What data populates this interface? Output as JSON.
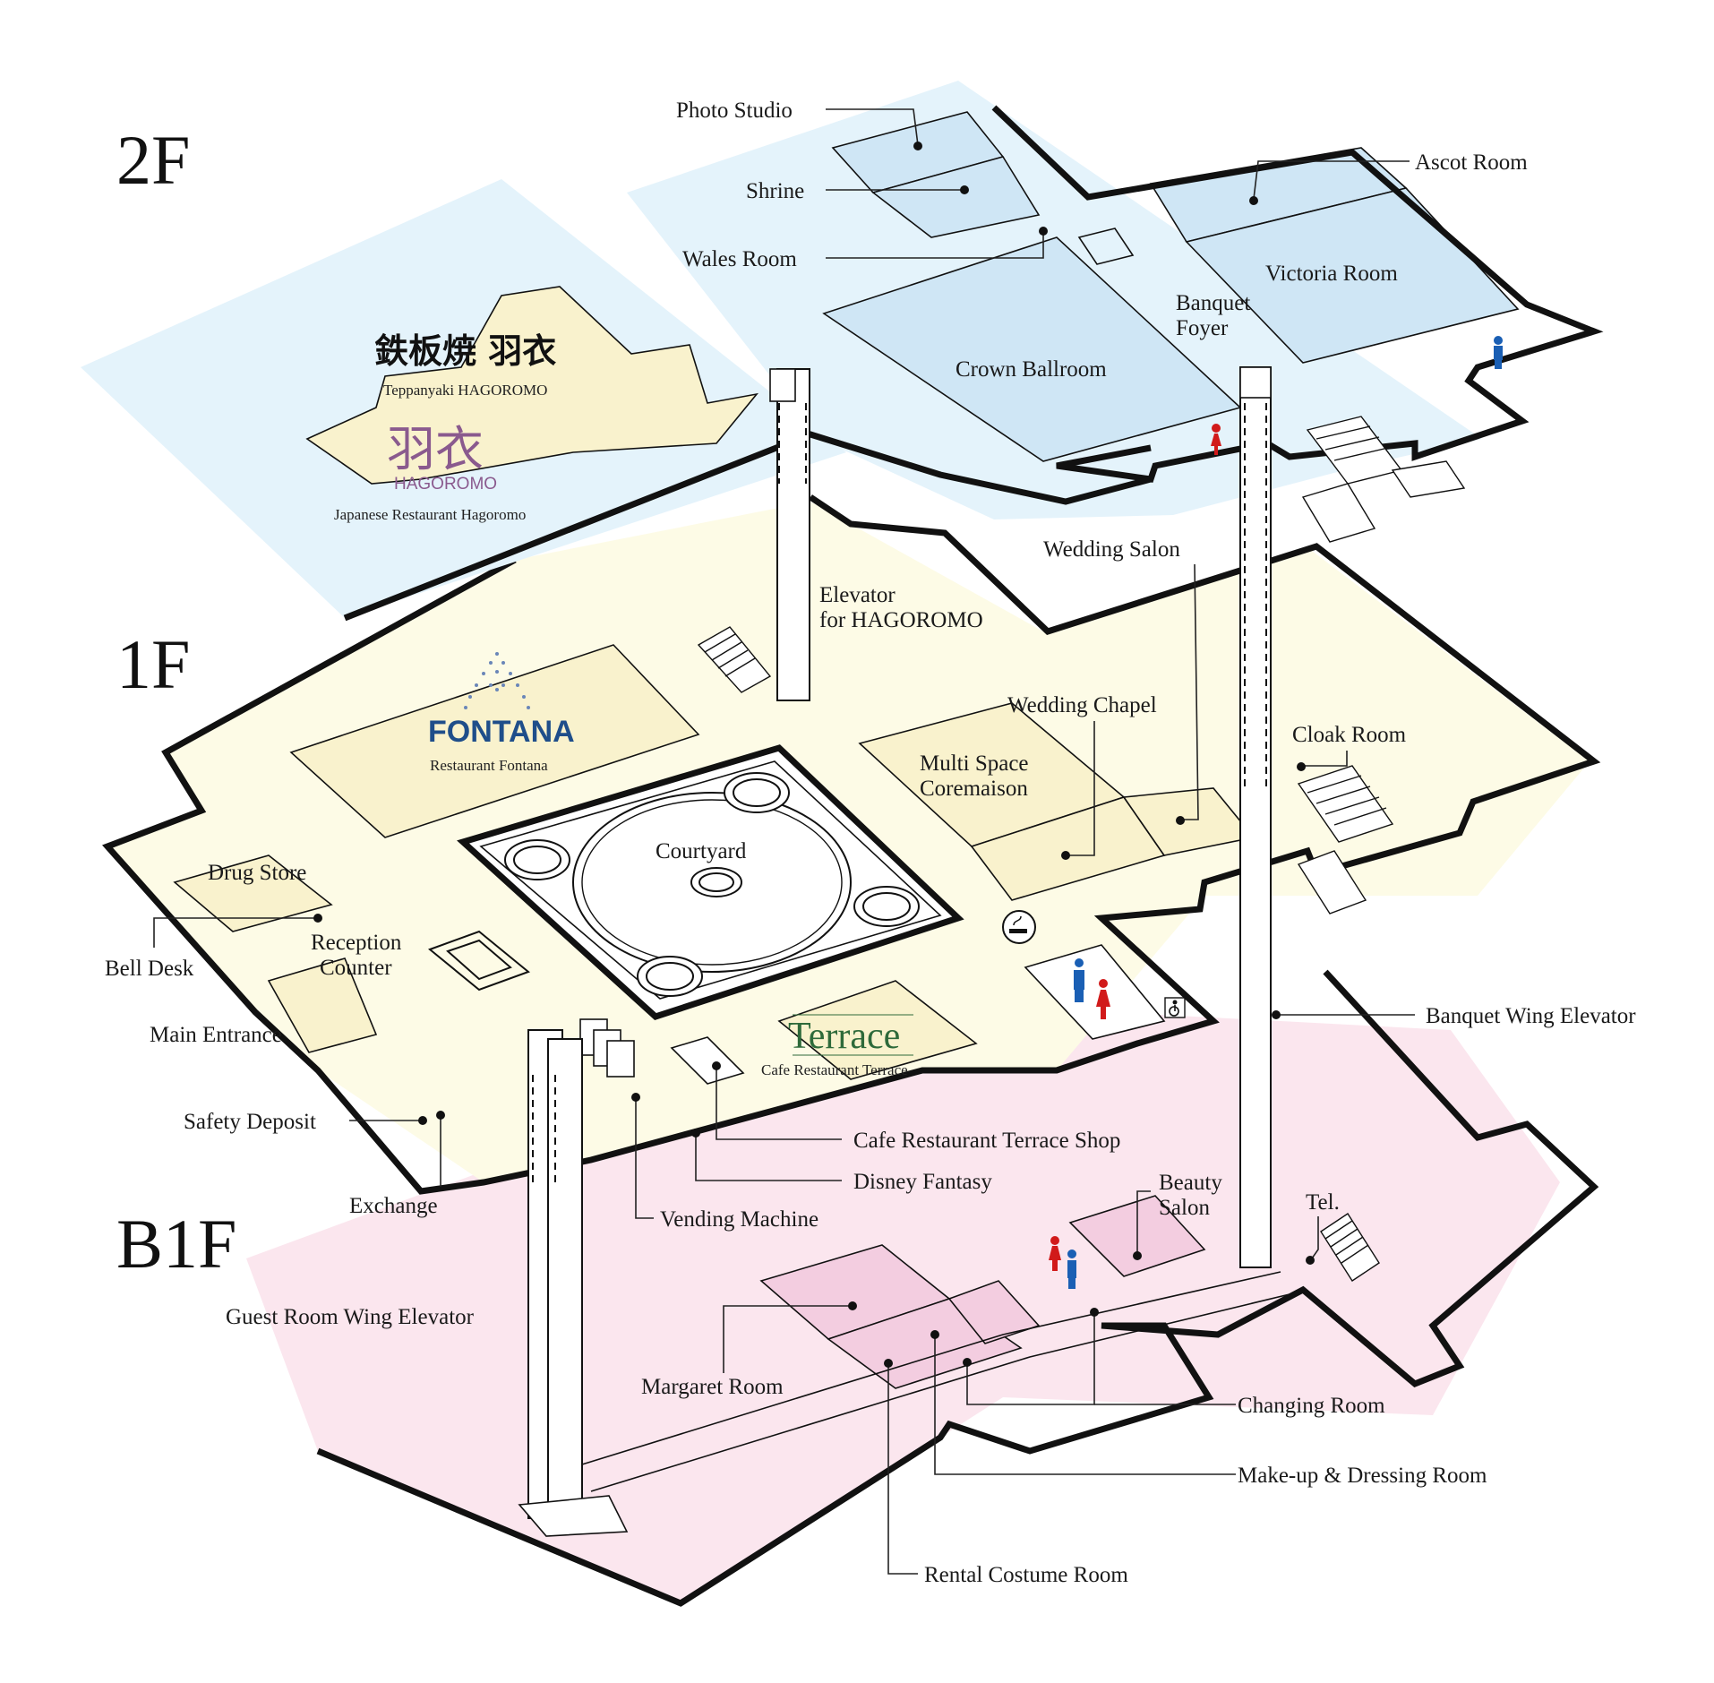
{
  "floors": {
    "f2": "2F",
    "f1": "1F",
    "b1": "B1F"
  },
  "colors": {
    "floor2": "#e4f3fb",
    "room2": "#cfe6f5",
    "floor1": "#fdfbe6",
    "room1": "#f9f2cd",
    "floorB1": "#fbe6ee",
    "roomB1": "#f3cde0",
    "accent_green": "#2e6a3a",
    "hagoromo_purple": "#8a5a8e",
    "fontana_blue": "#1f4e8a",
    "male": "#1a5fb4",
    "female": "#d11a1a"
  },
  "logos": {
    "teppanyaki_jp": "鉄板焼 羽衣",
    "teppanyaki_en": "Teppanyaki HAGOROMO",
    "hagoromo_jp": "羽衣",
    "hagoromo_en": "HAGOROMO",
    "hagoromo_caption": "Japanese Restaurant Hagoromo",
    "fontana": "FONTANA",
    "fontana_caption": "Restaurant Fontana",
    "terrace": "Terrace",
    "terrace_caption": "Cafe Restaurant Terrace"
  },
  "labels2f": {
    "photo_studio": "Photo Studio",
    "shrine": "Shrine",
    "wales_room": "Wales Room",
    "ascot_room": "Ascot Room",
    "victoria_room": "Victoria Room",
    "banquet_foyer_1": "Banquet",
    "banquet_foyer_2": "Foyer",
    "crown_ballroom": "Crown Ballroom"
  },
  "labels1f": {
    "wedding_salon": "Wedding Salon",
    "elevator_hagoromo_1": "Elevator",
    "elevator_hagoromo_2": "for HAGOROMO",
    "wedding_chapel": "Wedding Chapel",
    "multi_space_1": "Multi Space",
    "multi_space_2": "Coremaison",
    "cloak_room": "Cloak Room",
    "courtyard": "Courtyard",
    "drug_store": "Drug Store",
    "bell_desk": "Bell Desk",
    "reception_1": "Reception",
    "reception_2": "Counter",
    "main_entrance": "Main Entrance",
    "safety_deposit": "Safety Deposit",
    "exchange": "Exchange",
    "vending_machine": "Vending Machine",
    "disney_fantasy": "Disney Fantasy",
    "terrace_shop": "Cafe Restaurant Terrace Shop",
    "banquet_elevator": "Banquet Wing Elevator"
  },
  "labelsb1": {
    "beauty_salon_1": "Beauty",
    "beauty_salon_2": "Salon",
    "tel": "Tel.",
    "guest_elevator": "Guest Room Wing Elevator",
    "margaret_room": "Margaret Room",
    "changing_room": "Changing Room",
    "makeup_room": "Make-up & Dressing Room",
    "rental_costume": "Rental Costume Room"
  },
  "icons": [
    "male-restroom-icon",
    "female-restroom-icon",
    "smoking-area-icon",
    "wheelchair-icon"
  ]
}
